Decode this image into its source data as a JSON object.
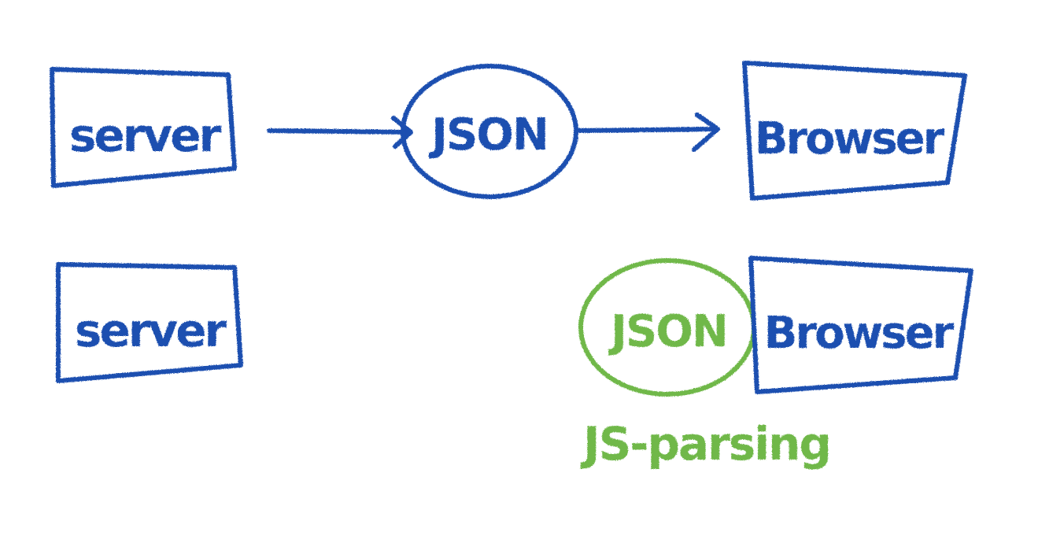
{
  "colors": {
    "blue": "#1f4fb0",
    "green": "#6fb84a",
    "background": "#ffffff"
  },
  "row1": {
    "server_label": "server",
    "json_label": "JSON",
    "browser_label": "Browser"
  },
  "row2": {
    "server_label": "server",
    "json_label": "JSON",
    "browser_label": "Browser",
    "json_note": "JS-parsing"
  }
}
